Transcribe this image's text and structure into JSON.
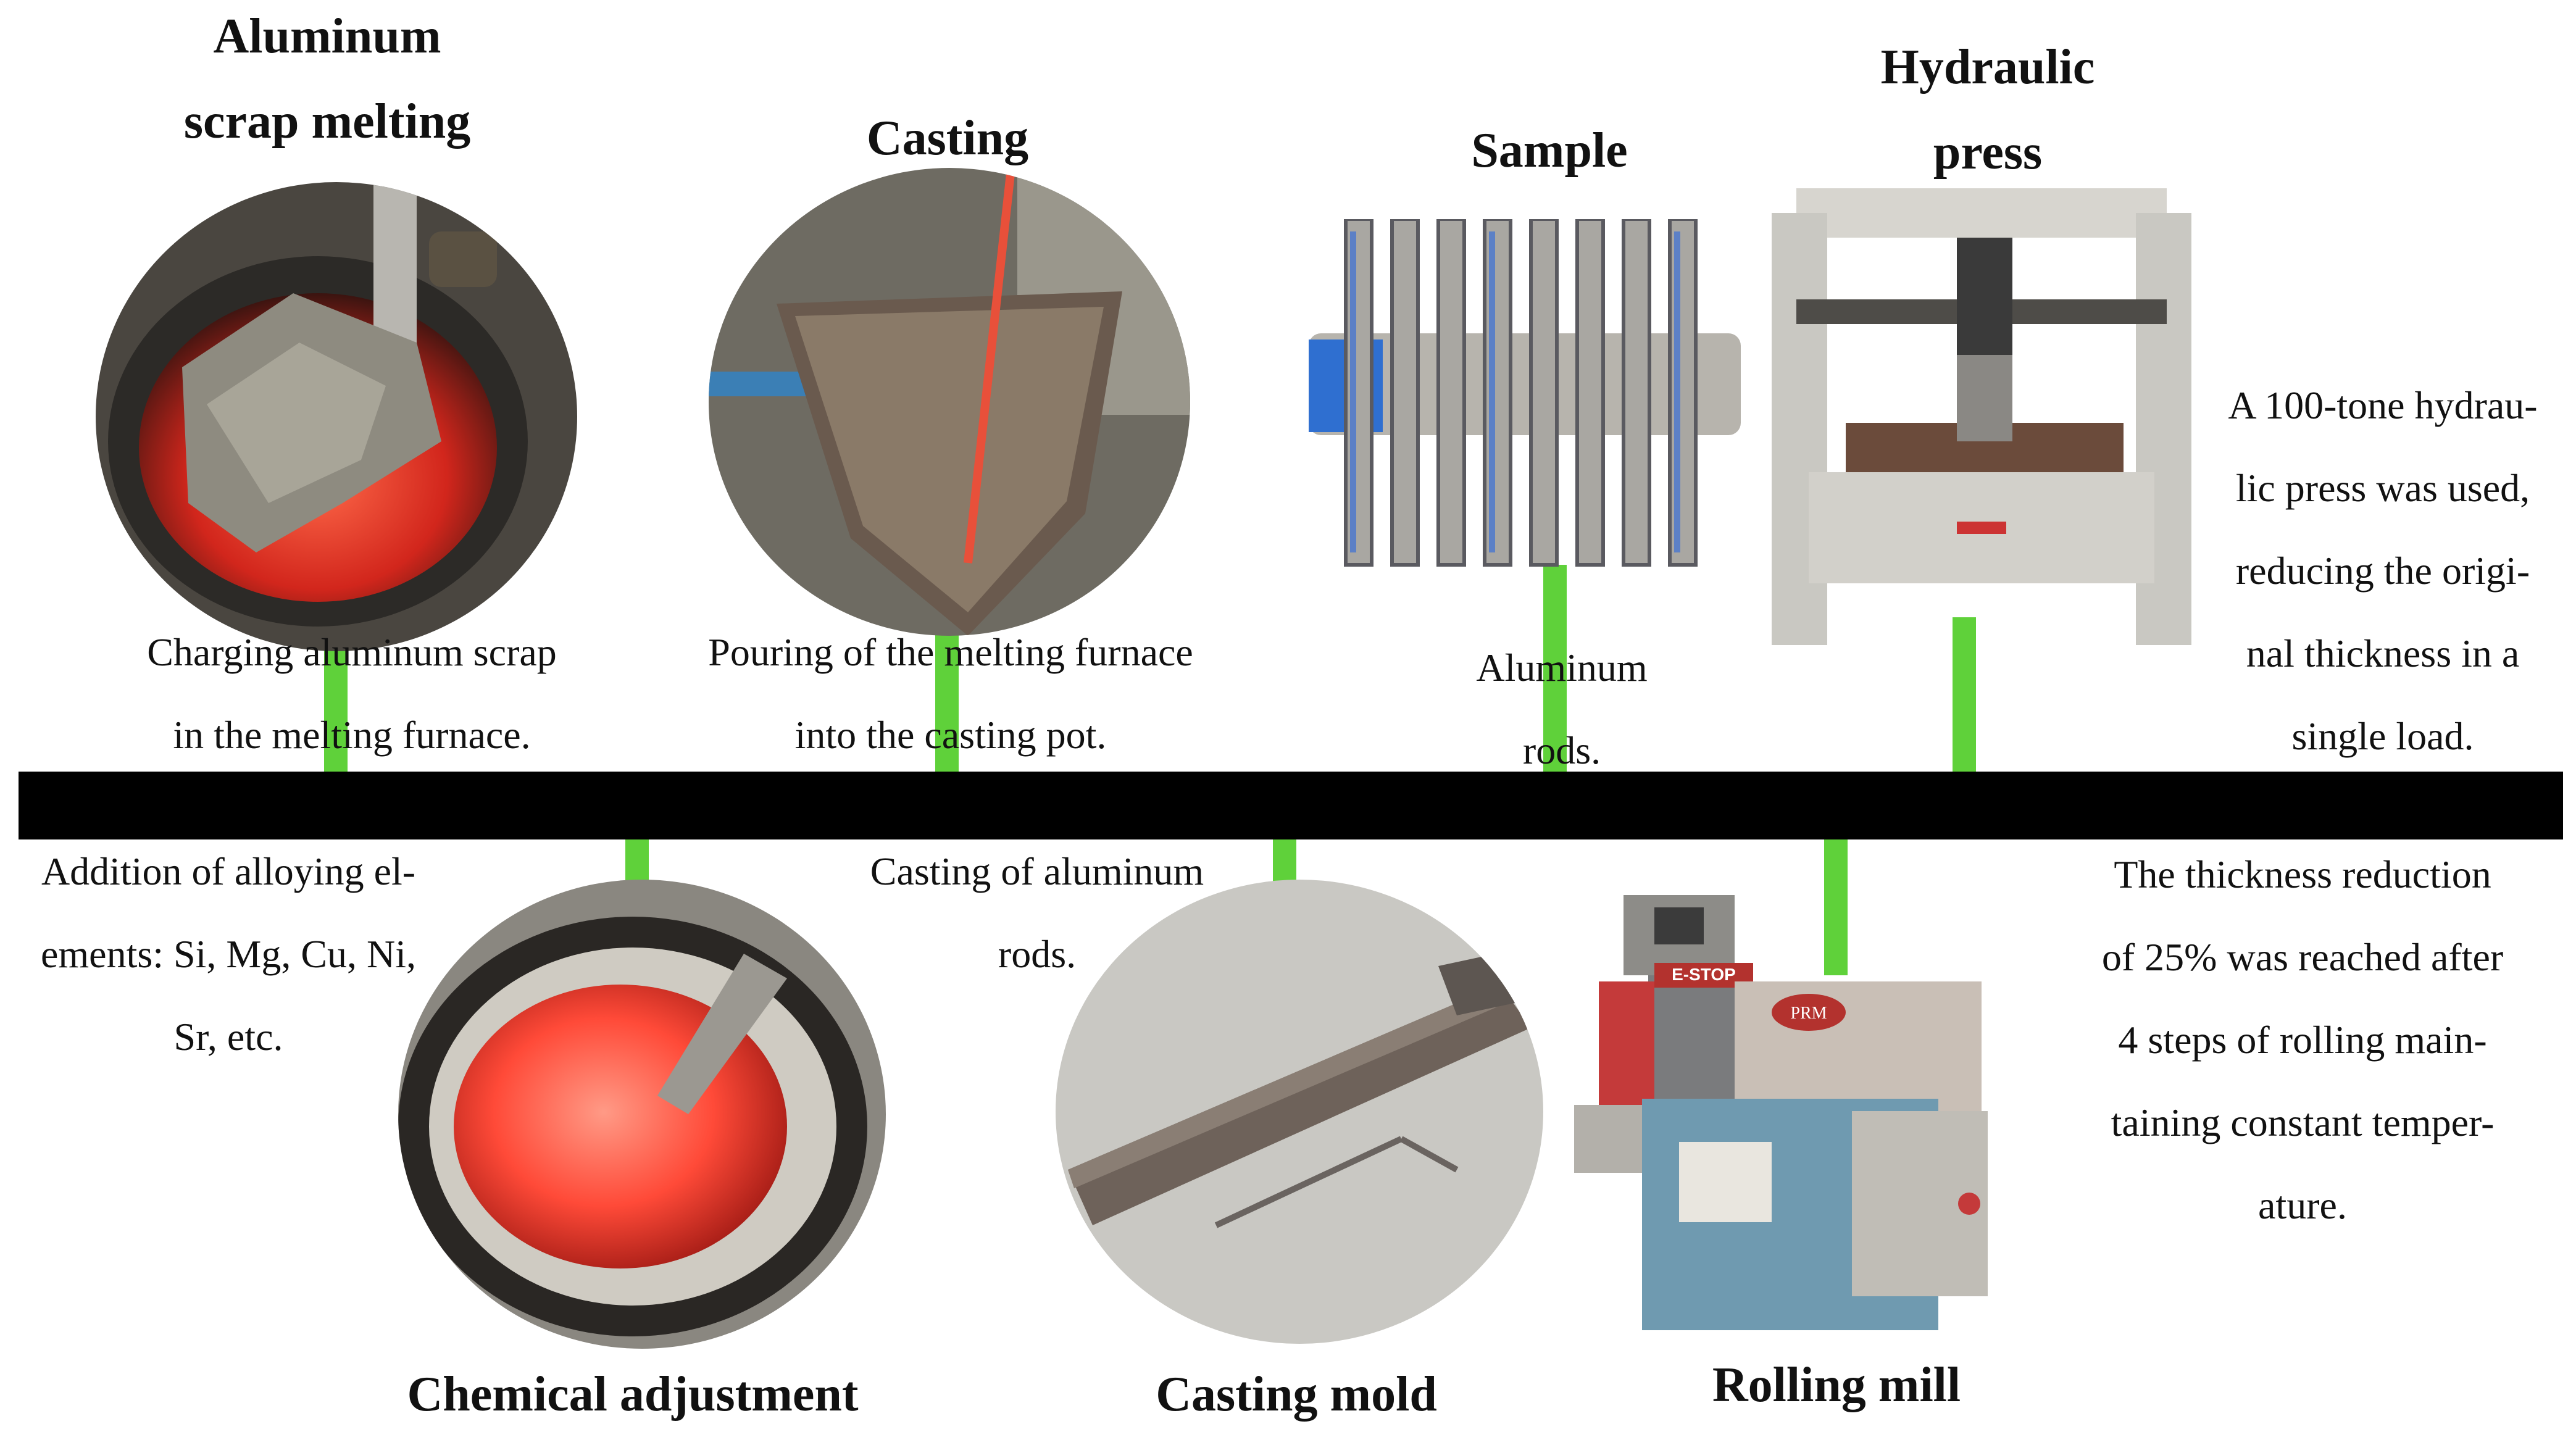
{
  "colors": {
    "timeline": "#000000",
    "connector": "#5fd13a",
    "background": "#ffffff"
  },
  "steps": {
    "scrap_melting": {
      "title_lines": [
        "Aluminum",
        "scrap melting"
      ],
      "description_lines": [
        "Charging aluminum scrap",
        "in the melting furnace."
      ],
      "image": "furnace-with-scrap-photo"
    },
    "casting": {
      "title_lines": [
        "Casting"
      ],
      "description_lines": [
        "Pouring of the melting furnace",
        "into the casting pot."
      ],
      "image": "pouring-ladle-photo"
    },
    "sample": {
      "title_lines": [
        "Sample"
      ],
      "description_lines": [
        "Aluminum",
        "rods."
      ],
      "image": "aluminum-rods-photo"
    },
    "hydraulic_press": {
      "title_lines": [
        "Hydraulic",
        "press"
      ],
      "description_lines": [
        "A 100-tone hydrau-",
        "lic press was used,",
        "reducing the origi-",
        "nal thickness in a",
        "single load."
      ],
      "image": "hydraulic-press-photo"
    },
    "chemical_adjustment": {
      "title_lines": [
        "Chemical adjustment"
      ],
      "description_lines": [
        "Addition of alloying el-",
        "ements: Si, Mg, Cu, Ni,",
        "Sr, etc."
      ],
      "image": "molten-metal-crucible-photo"
    },
    "casting_mold": {
      "title_lines": [
        "Casting mold"
      ],
      "description_lines": [
        "Casting of aluminum",
        "rods."
      ],
      "image": "casting-mold-photo"
    },
    "rolling_mill": {
      "title_lines": [
        "Rolling mill"
      ],
      "description_lines": [
        "The thickness reduction",
        "of 25% was reached after",
        "4 steps of rolling main-",
        "taining constant temper-",
        "ature."
      ],
      "image": "rolling-mill-photo",
      "machine_labels": [
        "E-STOP",
        "PRM"
      ]
    }
  }
}
